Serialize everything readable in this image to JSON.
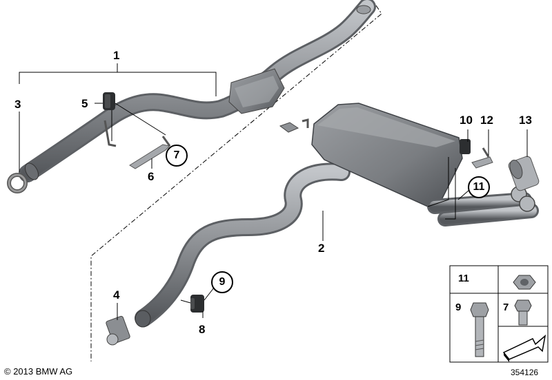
{
  "callouts": {
    "c1": "1",
    "c2": "2",
    "c3": "3",
    "c4": "4",
    "c5": "5",
    "c6": "6",
    "c7": "7",
    "c8": "8",
    "c9": "9",
    "c10": "10",
    "c11": "11",
    "c12": "12",
    "c13": "13"
  },
  "legend": {
    "l11": "11",
    "l9": "9",
    "l7": "7"
  },
  "footer": {
    "copyright": "© 2013 BMW AG",
    "diagram_number": "354126"
  },
  "colors": {
    "pipe": "#8c8f93",
    "pipe_dark": "#5f6266",
    "pipe_light": "#b9bcc0",
    "line": "#000000"
  }
}
